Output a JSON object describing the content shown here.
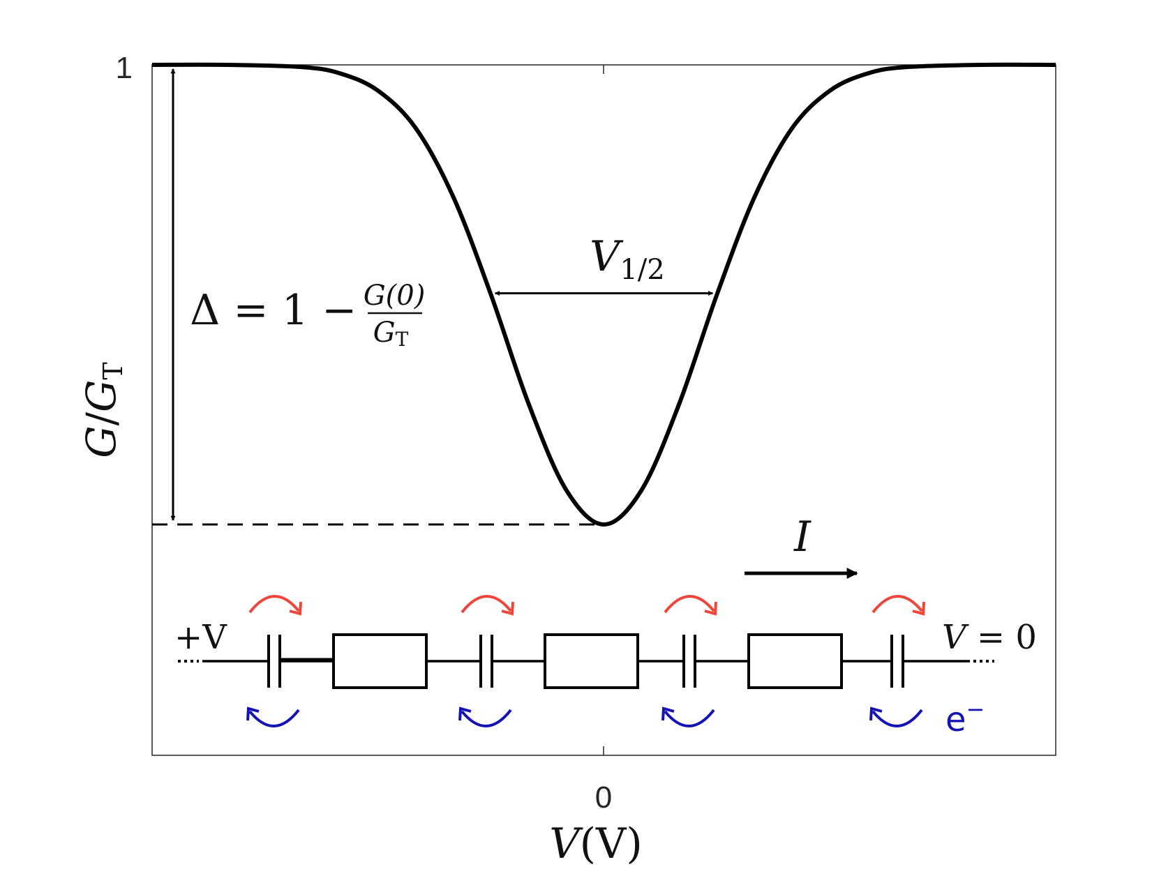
{
  "chart_data": {
    "type": "line",
    "title": "",
    "xlabel": {
      "var": "V",
      "unit": "(V)"
    },
    "ylabel": {
      "num": "G",
      "sep": "/",
      "den": "G",
      "den_sub": "T"
    },
    "x_ticks": [
      "0"
    ],
    "y_ticks": [
      "1"
    ],
    "xlim": [
      -3,
      3
    ],
    "ylim": [
      -0.5,
      1
    ],
    "grid": false,
    "series": [
      {
        "x": [
          -3.0,
          -2.5,
          -2.0,
          -1.75,
          -1.5,
          -1.25,
          -1.0,
          -0.75,
          -0.5,
          -0.25,
          0.0,
          0.25,
          0.5,
          0.75,
          1.0,
          1.25,
          1.5,
          1.75,
          2.0,
          2.5,
          3.0
        ],
        "y": [
          1.0,
          1.0,
          0.996,
          0.985,
          0.955,
          0.89,
          0.77,
          0.6,
          0.41,
          0.26,
          0.2,
          0.26,
          0.41,
          0.6,
          0.77,
          0.89,
          0.955,
          0.985,
          0.996,
          1.0,
          1.0
        ]
      }
    ],
    "min_value": 0.2,
    "annotations": {
      "delta": {
        "lhs": "Δ = 1 −",
        "frac_num": "G(0)",
        "frac_den": "G",
        "frac_den_sub": "T"
      },
      "half_width": {
        "var": "V",
        "sub": "1/2"
      },
      "current": {
        "label": "I"
      },
      "circuit": {
        "left_terminal": "+V",
        "right_terminal": {
          "var": "V",
          "rest": " = 0"
        },
        "electron": {
          "base": "e",
          "sup": "−"
        },
        "forward_arrow_color": "#f0453a",
        "backward_arrow_color": "#1414b4"
      }
    }
  }
}
